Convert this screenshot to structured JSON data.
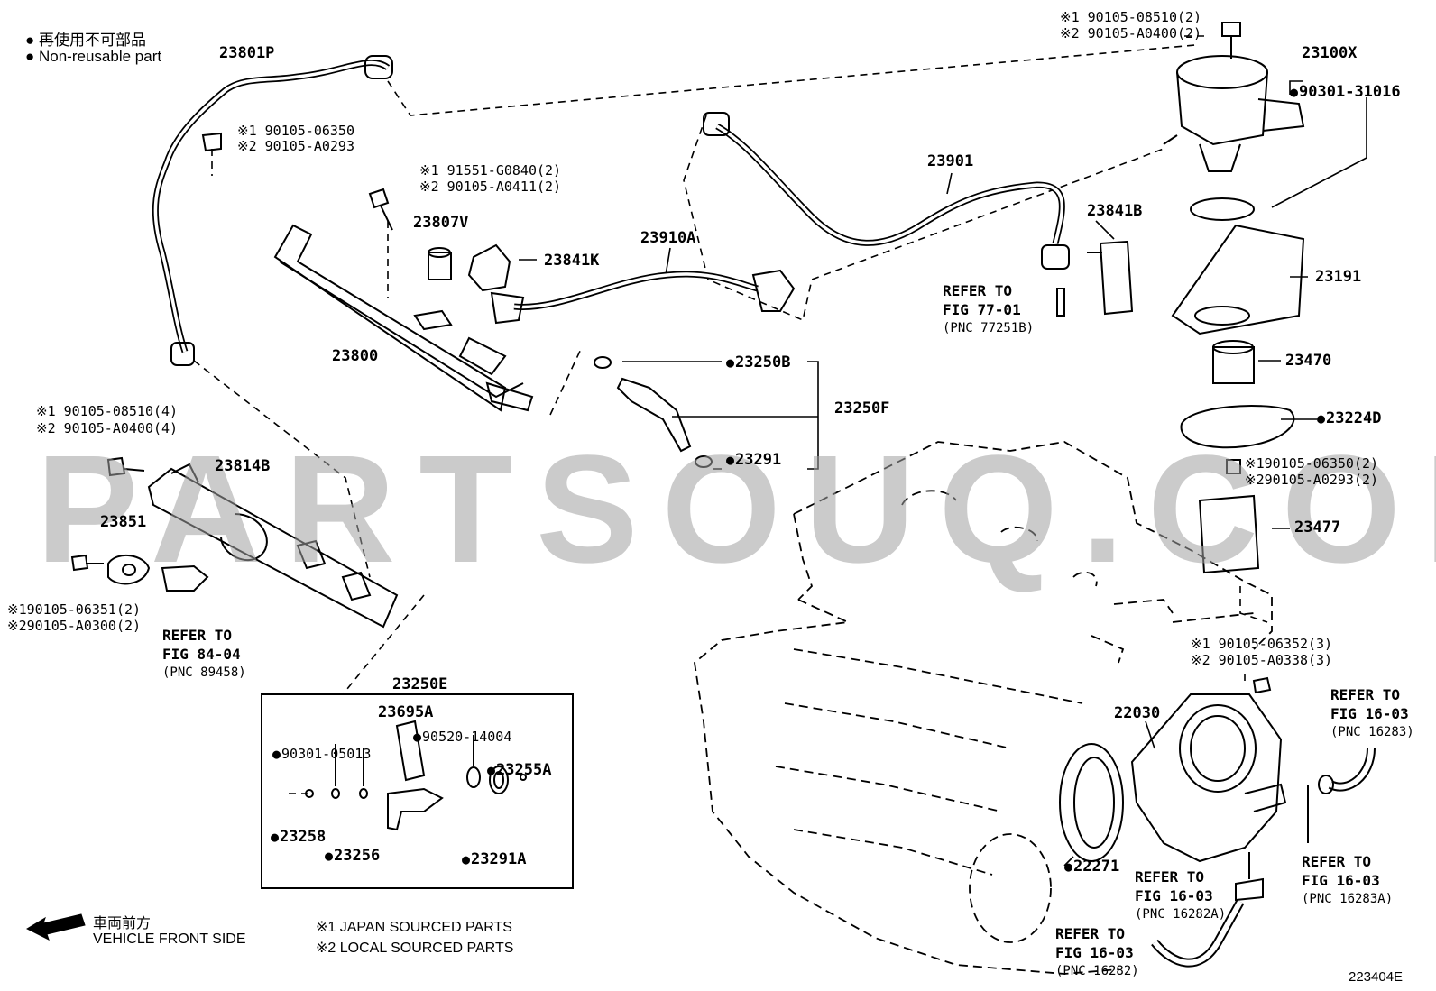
{
  "legend": {
    "non_reusable_ja": "再使用不可部品",
    "non_reusable_en": "Non-reusable part"
  },
  "footer": {
    "front_ja": "車両前方",
    "front_en": "VEHICLE FRONT SIDE",
    "note1": "※1 JAPAN SOURCED PARTS",
    "note2": "※2 LOCAL SOURCED PARTS",
    "figure_code": "223404E"
  },
  "watermark": "PARTSOUQ.COM",
  "parts": {
    "p23801P": "23801P",
    "p23807V": "23807V",
    "p23841K": "23841K",
    "p23910A": "23910A",
    "p23901": "23901",
    "p23841B": "23841B",
    "p23100X": "23100X",
    "p23191": "23191",
    "p23470": "23470",
    "p23224D": "23224D",
    "p23477": "23477",
    "p23800": "23800",
    "p23250B": "23250B",
    "p23250F": "23250F",
    "p23291": "23291",
    "p23814B": "23814B",
    "p23851": "23851",
    "p23250E": "23250E",
    "p23695A": "23695A",
    "p90301_05013": "90301-05013",
    "p90520_14004": "90520-14004",
    "p23255A": "23255A",
    "p23258": "23258",
    "p23256": "23256",
    "p23291A": "23291A",
    "p22030": "22030",
    "p22271": "22271",
    "p90301_31016": "90301-31016"
  },
  "bolts": {
    "top_right_1": "※1 90105-08510(2)",
    "top_right_2": "※2 90105-A0400(2)",
    "rail_1": "※1 90105-06350",
    "rail_2": "※2 90105-A0293",
    "delivery_1": "※1 91551-G0840(2)",
    "delivery_2": "※2 90105-A0411(2)",
    "left_1": "※1 90105-08510(4)",
    "left_2": "※2 90105-A0400(4)",
    "sensor_1": "※190105-06351(2)",
    "sensor_2": "※290105-A0300(2)",
    "pump_1": "※190105-06350(2)",
    "pump_2": "※290105-A0293(2)",
    "throttle_1": "※1 90105-06352(3)",
    "throttle_2": "※2 90105-A0338(3)"
  },
  "refs": {
    "r77_a": "REFER TO",
    "r77_b": "FIG 77-01",
    "r77_c": "(PNC 77251B)",
    "r84_a": "REFER TO",
    "r84_b": "FIG 84-04",
    "r84_c": "(PNC 89458)",
    "r16283_a": "REFER TO",
    "r16283_b": "FIG 16-03",
    "r16283_c": "(PNC 16283)",
    "r16283A_a": "REFER TO",
    "r16283A_b": "FIG 16-03",
    "r16283A_c": "(PNC 16283A)",
    "r16282A_a": "REFER TO",
    "r16282A_b": "FIG 16-03",
    "r16282A_c": "(PNC 16282A)",
    "r16282_a": "REFER TO",
    "r16282_b": "FIG 16-03",
    "r16282_c": "(PNC 16282)"
  }
}
